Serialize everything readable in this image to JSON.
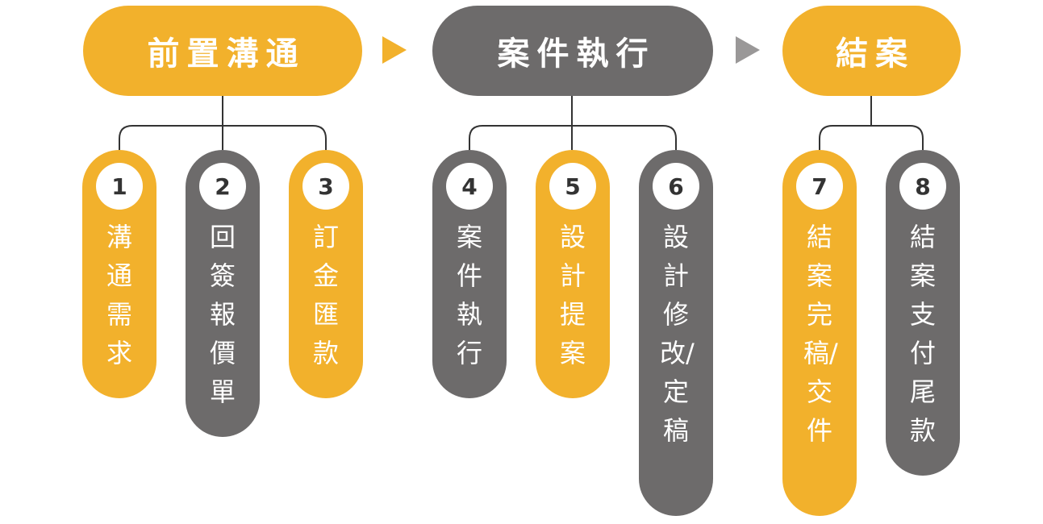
{
  "phases": [
    {
      "label": "前置溝通",
      "color": "#f2b12c"
    },
    {
      "label": "案件執行",
      "color": "#6d6b6b"
    },
    {
      "label": "結案",
      "color": "#f2b12c"
    }
  ],
  "steps": [
    {
      "number": "1",
      "label": "溝通需求",
      "color": "#f2b12c"
    },
    {
      "number": "2",
      "label": "回簽報價單",
      "color": "#6d6b6b"
    },
    {
      "number": "3",
      "label": "訂金匯款",
      "color": "#f2b12c"
    },
    {
      "number": "4",
      "label": "案件執行",
      "color": "#6d6b6b"
    },
    {
      "number": "5",
      "label": "設計提案",
      "color": "#f2b12c"
    },
    {
      "number": "6",
      "label": "設計修改/定稿",
      "color": "#6d6b6b"
    },
    {
      "number": "7",
      "label": "結案完稿/交件",
      "color": "#f2b12c"
    },
    {
      "number": "8",
      "label": "結案支付尾款",
      "color": "#6d6b6b"
    }
  ],
  "colors": {
    "accent": "#f2b12c",
    "dark": "#6d6b6b",
    "arrow_gray": "#9a9898",
    "line": "#333333"
  }
}
